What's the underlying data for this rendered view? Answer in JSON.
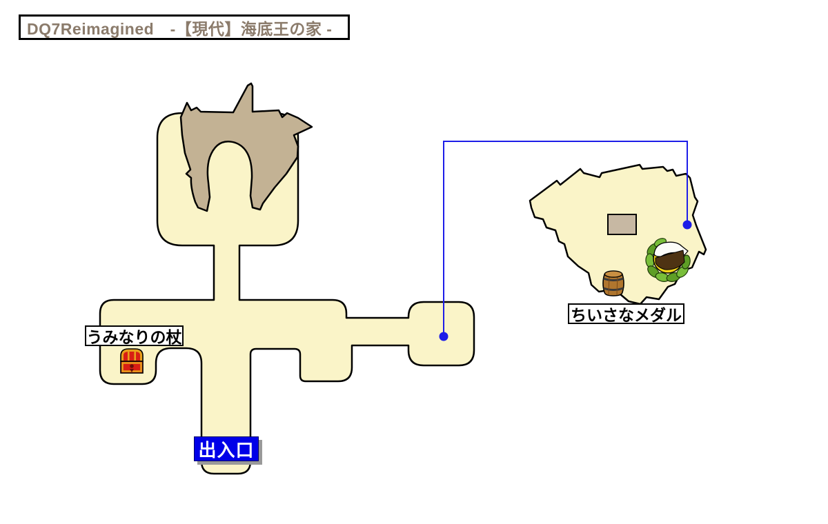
{
  "title": "DQ7Reimagined　-【現代】海底王の家 -",
  "map_labels": {
    "item": "うみなりの杖",
    "entrance": "出入口",
    "medal": "ちいさなメダル"
  },
  "icons": {
    "treasure_chest": "red-and-gold treasure chest",
    "barrel": "wooden barrel",
    "cave_entrance": "cave entrance ringed with leaves",
    "route_dot_start": "blue map link dot (dungeon room)",
    "route_dot_end": "blue map link dot (island)"
  },
  "colors": {
    "floor": "#FAF4C8",
    "rock": "#C3B294",
    "building": "#C7B8A3",
    "outline": "#000000",
    "route_blue": "#1D1DE8",
    "entrance_bg": "#0000E8",
    "entrance_text": "#FFFFFF",
    "title_text": "#8B7B6B",
    "label_bg": "#FFFFFF",
    "label_shadow": "#999999"
  }
}
